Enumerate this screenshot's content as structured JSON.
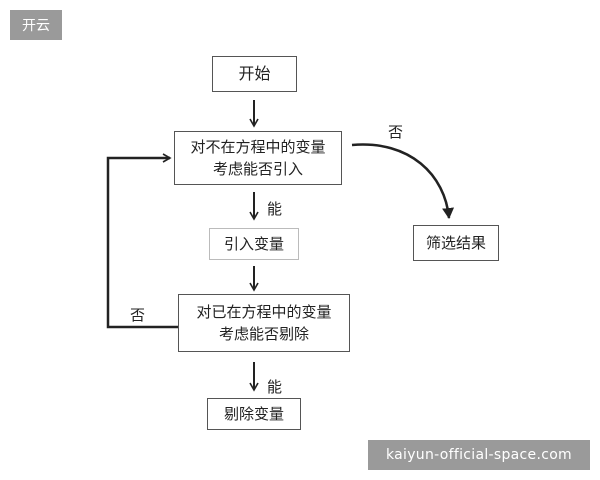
{
  "header": {
    "brand": "开云"
  },
  "watermark": {
    "text": "kaiyun-official-space.com"
  },
  "flow": {
    "start": "开始",
    "decide_introduce": {
      "line1": "对不在方程中的变量",
      "line2": "考虑能否引入"
    },
    "introduce": "引入变量",
    "decide_remove": {
      "line1": "对已在方程中的变量",
      "line2": "考虑能否剔除"
    },
    "remove": "剔除变量",
    "filter": "筛选结果"
  },
  "edge_labels": {
    "no_right": "否",
    "yes_1": "能",
    "no_left": "否",
    "yes_2": "能"
  },
  "colors": {
    "badge_bg": "#9a9a9a",
    "badge_text": "#ffffff",
    "line": "#222222"
  }
}
